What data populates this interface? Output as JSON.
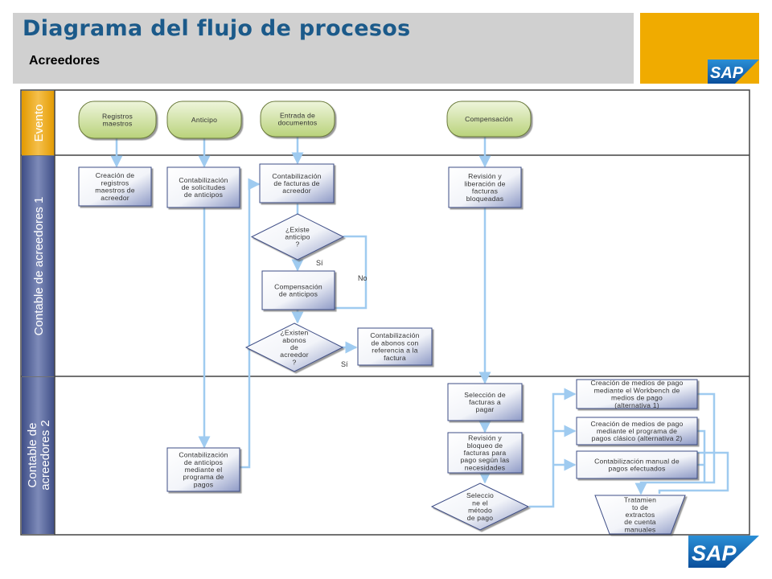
{
  "header": {
    "title": "Diagrama del flujo de procesos",
    "subtitle": "Acreedores"
  },
  "brand": {
    "logo_text": "SAP",
    "color": "#f0ab00"
  },
  "colors": {
    "lane_fill": "#7e8bb9",
    "lane_gradient_dark": "#3e4d86",
    "event_fill": "#d5e5a4",
    "event_header": "#f0ab00",
    "connector": "#9fcbf0",
    "border": "#444444"
  },
  "lanes": [
    {
      "id": "evento",
      "label": "Evento"
    },
    {
      "id": "contable1",
      "label": "Contable de acreedores 1"
    },
    {
      "id": "contable2",
      "label_lines": [
        "Contable de",
        "acreedores 2"
      ]
    }
  ],
  "nodes": {
    "registros_maestros": {
      "type": "event",
      "lines": [
        "Registros",
        "maestros"
      ]
    },
    "anticipo": {
      "type": "event",
      "lines": [
        "Anticipo"
      ]
    },
    "entrada_documentos": {
      "type": "event",
      "lines": [
        "Entrada de",
        "documentos"
      ]
    },
    "compensacion": {
      "type": "event",
      "lines": [
        "Compensación"
      ]
    },
    "creacion_registros": {
      "type": "process",
      "lines": [
        "Creación de",
        "registros",
        "maestros de",
        "acreedor"
      ]
    },
    "contab_solicitudes": {
      "type": "process",
      "lines": [
        "Contabilización",
        "de solicitudes",
        "de anticipos"
      ]
    },
    "contab_facturas": {
      "type": "process",
      "lines": [
        "Contabilización",
        "de facturas de",
        "acreedor"
      ]
    },
    "revision_liberacion": {
      "type": "process",
      "lines": [
        "Revisión y",
        "liberación de",
        "facturas",
        "bloqueadas"
      ]
    },
    "existe_anticipo": {
      "type": "decision",
      "lines": [
        "¿Existe",
        "anticipo",
        "?"
      ]
    },
    "compensacion_anticipos": {
      "type": "process",
      "lines": [
        "Compensación",
        "de anticipos"
      ]
    },
    "existen_abonos": {
      "type": "decision",
      "lines": [
        "¿Existen",
        "abonos",
        "de",
        "acreedor",
        "?"
      ]
    },
    "contab_abonos": {
      "type": "process",
      "lines": [
        "Contabilización",
        "de abonos con",
        "referencia a la",
        "factura"
      ]
    },
    "contab_anticipos_pagos": {
      "type": "process",
      "lines": [
        "Contabilización",
        "de anticipos",
        "mediante el",
        "programa de",
        "pagos"
      ]
    },
    "seleccion_facturas": {
      "type": "process",
      "lines": [
        "Selección de",
        "facturas a",
        "pagar"
      ]
    },
    "revision_bloqueo": {
      "type": "process",
      "lines": [
        "Revisión y",
        "bloqueo de",
        "facturas para",
        "pago según las",
        "necesidades"
      ]
    },
    "seleccione_metodo": {
      "type": "decision",
      "lines": [
        "Seleccio",
        "ne el",
        "método",
        "de pago"
      ]
    },
    "creacion_workbench": {
      "type": "process",
      "lines": [
        "Creación de medios de pago",
        "mediante el Workbench de",
        "medios de pago",
        "(alternativa 1)"
      ]
    },
    "creacion_clasico": {
      "type": "process",
      "lines": [
        "Creación de medios de pago",
        "mediante el programa  de",
        "pagos clásico (alternativa 2)"
      ]
    },
    "contab_manual": {
      "type": "process",
      "lines": [
        "Contabilización manual de",
        "pagos efectuados"
      ]
    },
    "tratamiento_extractos": {
      "type": "manual",
      "lines": [
        "Tratamien",
        "to de",
        "extractos",
        "de cuenta",
        "manuales"
      ]
    }
  },
  "edge_labels": {
    "si_1": "Sí",
    "no_1": "No",
    "si_2": "Sí"
  }
}
